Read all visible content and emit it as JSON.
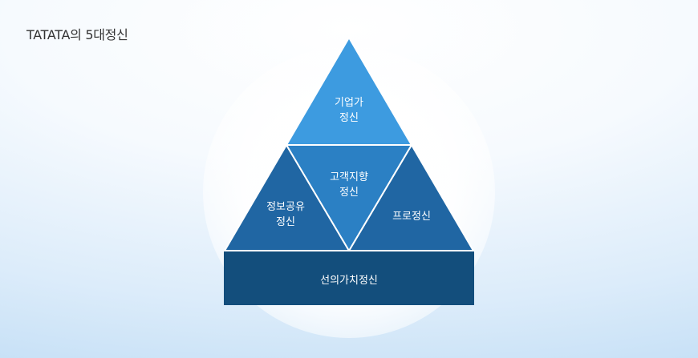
{
  "title": "TATATA의 5대정신",
  "segments": {
    "top": {
      "line1": "기업가",
      "line2": "정신"
    },
    "center": {
      "line1": "고객지향",
      "line2": "정신"
    },
    "left": {
      "line1": "정보공유",
      "line2": "정신"
    },
    "right": {
      "label": "프로정신"
    },
    "base": {
      "label": "선의가치정신"
    }
  },
  "colors": {
    "top": "#3d9be0",
    "center": "#2b80c4",
    "sides": "#2066a3",
    "base": "#134e7c",
    "glow": "#ffffff"
  }
}
